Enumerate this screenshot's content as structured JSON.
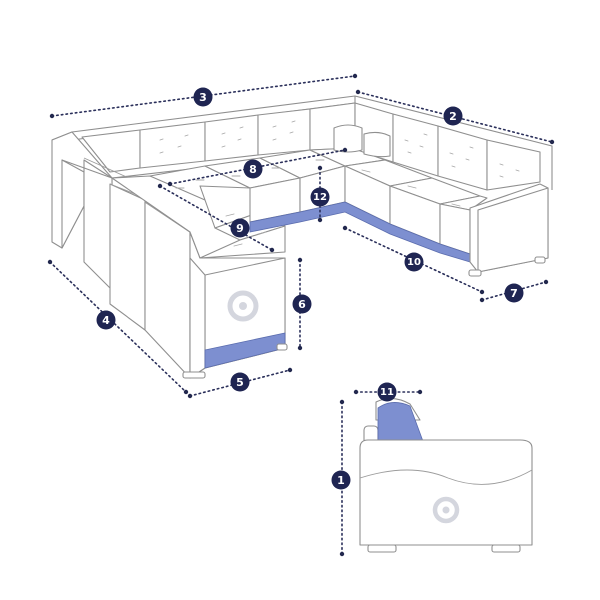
{
  "accent_color": "#7d8fd0",
  "badge_color": "#1f2552",
  "dimensions": [
    {
      "id": "d1",
      "label": "1"
    },
    {
      "id": "d2",
      "label": "2"
    },
    {
      "id": "d3",
      "label": "3"
    },
    {
      "id": "d4",
      "label": "4"
    },
    {
      "id": "d5",
      "label": "5"
    },
    {
      "id": "d6",
      "label": "6"
    },
    {
      "id": "d7",
      "label": "7"
    },
    {
      "id": "d8",
      "label": "8"
    },
    {
      "id": "d9",
      "label": "9"
    },
    {
      "id": "d10",
      "label": "10"
    },
    {
      "id": "d11",
      "label": "11"
    },
    {
      "id": "d12",
      "label": "12"
    }
  ]
}
